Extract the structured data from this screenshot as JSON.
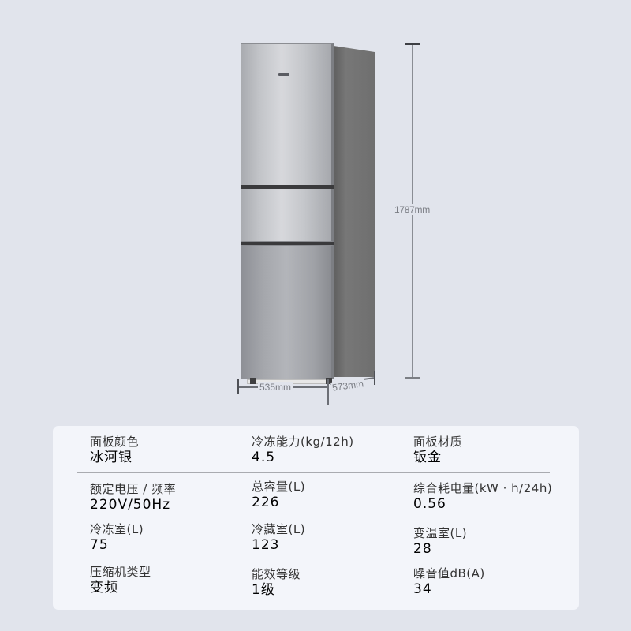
{
  "product": {
    "colors": {
      "background": "#e1e4ec",
      "card": "#f3f5fa",
      "divider": "#a9abb0",
      "dimension_text": "#7a7d84"
    }
  },
  "dimensions": {
    "height": "1787mm",
    "width": "535mm",
    "depth": "573mm"
  },
  "specs": [
    {
      "label": "面板颜色",
      "value": "冰河银"
    },
    {
      "label": "冷冻能力(kg/12h)",
      "value": "4.5"
    },
    {
      "label": "面板材质",
      "value": "钣金"
    },
    {
      "label": "额定电压 / 频率",
      "value": "220V/50Hz"
    },
    {
      "label": "总容量(L)",
      "value": "226"
    },
    {
      "label": "综合耗电量(kW · h/24h)",
      "value": "0.56"
    },
    {
      "label": "冷冻室(L)",
      "value": "75"
    },
    {
      "label": "冷藏室(L)",
      "value": "123"
    },
    {
      "label": "变温室(L)",
      "value": "28"
    },
    {
      "label": "压缩机类型",
      "value": "变频"
    },
    {
      "label": "能效等级",
      "value": "1级"
    },
    {
      "label": "噪音值dB(A)",
      "value": "34"
    }
  ]
}
